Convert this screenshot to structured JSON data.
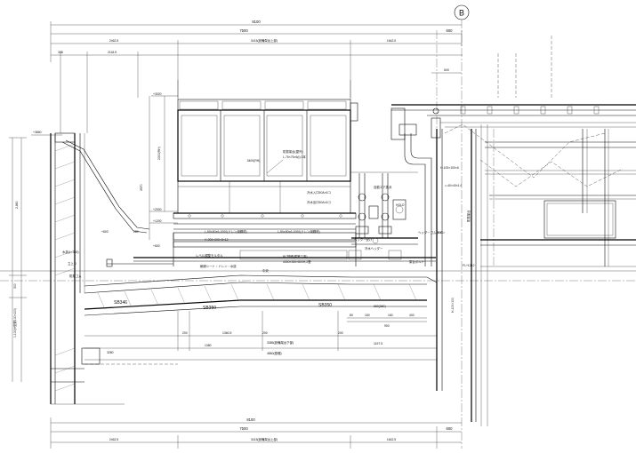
{
  "grid": {
    "axis_b": "B"
  },
  "dims_top": {
    "overall": "8100",
    "main": "7500",
    "right": "600",
    "left_seg": "2462.5",
    "unit_center": "3415(設備架台上部)",
    "right_seg": "1642.5",
    "sub_a": "338",
    "sub_b": "2118.5",
    "r600": "600"
  },
  "dims_bottom": {
    "overall": "8100",
    "main": "7500",
    "right": "600",
    "left_seg": "2462.5",
    "unit_center": "3415(設備架台上部)",
    "right_seg": "1642.5",
    "base": "4860(基礎)",
    "low_center": "3385(設備架台下部)",
    "s1": "1360.5",
    "s2": "1197.5",
    "s3": "200",
    "s4": "200",
    "s5": "200",
    "s6": "1380",
    "s7": "3280"
  },
  "levels": {
    "l1": "+3020",
    "l2": "+2000",
    "l3": "+1200",
    "l4": "+800",
    "l5": "+600",
    "l6": "+3860",
    "v1": "2300(RH)",
    "v2": "3570",
    "v3": "2,860",
    "v4": "1,100(H型鋼100×100)",
    "v5": "300",
    "v6": "3400(RH)"
  },
  "labels": {
    "brace": "防振架台(屋外)",
    "brace2": "L-75×75×6(t) 2本",
    "steel1": "L-50×50×6-1000(ドレン用鋼材)",
    "steel2": "L-50×50×6-1000(ドレン用鋼材)",
    "slab1": "H-200×200×8×12",
    "mortar": "レベル調整モルタル",
    "membrane": "絶縁シート・ドレン・水抜",
    "foundation1": "RC基礎(建築工事)",
    "foundation2": "4300×350×800H,2基",
    "sb1": "SB346",
    "sb2": "SB350",
    "sb3": "SB350",
    "vib1": "防振ゴム",
    "valve1": "冷水入口50A×6コ",
    "valve2": "冷水出口50A×6コ",
    "valve3": "自動エア抜弁",
    "pipe_a": "冷水ヘッダー",
    "pipe_b": "ヘッダー受け",
    "pipe_c": "架台ボルト",
    "pipe_d": "ヘッダーゴムライン",
    "fl": "FL+1212",
    "beam1": "H-100×100×6",
    "beam2": "H-100×100",
    "beam3": "□-40×40×1.6",
    "note1": "防振架台",
    "note2": "HOLD",
    "note3": "中央",
    "ret": "立上り",
    "ret2": "水抜(L=300)",
    "col1": "600",
    "d80": "80",
    "d150": "150",
    "d160": "160",
    "d400": "400",
    "d660": "660(360)",
    "d900": "900",
    "d280": "280"
  }
}
